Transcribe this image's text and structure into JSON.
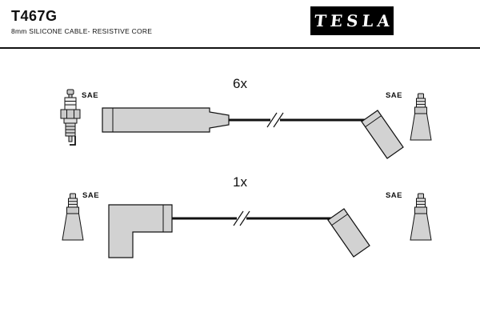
{
  "header": {
    "part_number": "T467G",
    "subtitle": "8mm SILICONE CABLE- RESISTIVE CORE",
    "brand": "TESLA"
  },
  "diagrams": [
    {
      "id": "top",
      "quantity_label": "6x",
      "left_label": "SAE",
      "right_label": "SAE",
      "left_icon": "spark-plug",
      "right_icon": "terminal-boot",
      "cable": {
        "left_boot": "straight",
        "right_boot": "angled",
        "wire_break": true
      }
    },
    {
      "id": "bottom",
      "quantity_label": "1x",
      "left_label": "SAE",
      "right_label": "SAE",
      "left_icon": "terminal-boot",
      "right_icon": "terminal-boot",
      "cable": {
        "left_boot": "elbow",
        "right_boot": "angled",
        "wire_break": true
      }
    }
  ],
  "colors": {
    "background": "#ffffff",
    "ink": "#111111",
    "boot_fill": "#d2d2d2",
    "metal_fill": "#c9c9c9",
    "logo_bg": "#000000",
    "logo_text": "#ffffff"
  }
}
